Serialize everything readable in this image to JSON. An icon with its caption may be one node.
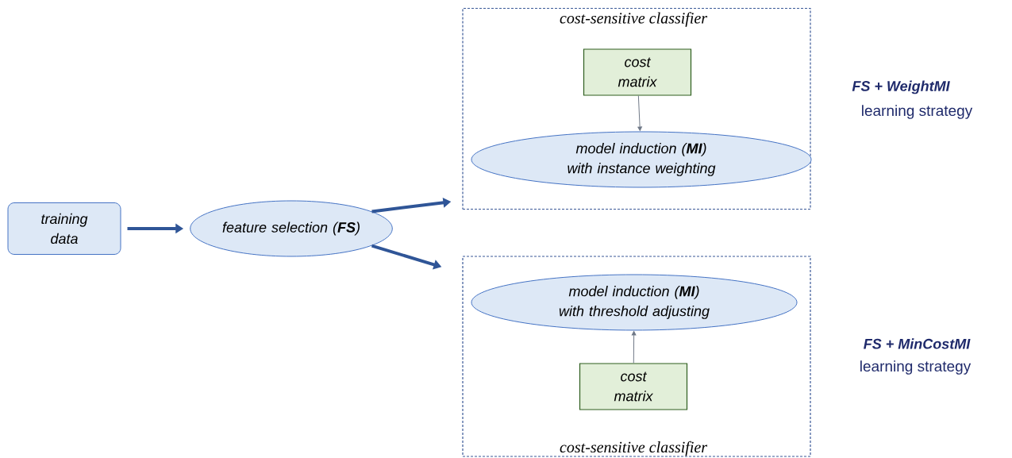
{
  "diagram": {
    "nodes": [
      {
        "text": [
          "training data"
        ]
      },
      {
        "text": [
          "feature selection (**FS**)"
        ]
      },
      {
        "text": [
          "cost-sensitive classifier"
        ]
      },
      {
        "text": [
          "cost matrix"
        ],
        "in": 2
      },
      {
        "text": [
          "model induction (**MI**) with instance weighting"
        ],
        "in": 2
      },
      {
        "text": [
          "cost-sensitive classifier"
        ]
      },
      {
        "text": [
          "model induction (**MI**) with threshold adjusting"
        ],
        "in": 5
      },
      {
        "text": [
          "cost matrix"
        ],
        "in": 5
      }
    ],
    "edges": [
      {
        "from": 0,
        "to": 1,
        "arrow": "to"
      },
      {
        "from": 1,
        "to": 2,
        "arrow": "to"
      },
      {
        "from": 1,
        "to": 5,
        "arrow": "to"
      },
      {
        "from": 3,
        "to": 4,
        "arrow": "to",
        "color": "#6f7887"
      },
      {
        "from": 7,
        "to": 6,
        "arrow": "to",
        "color": "#6f7887"
      }
    ],
    "labels": [
      "FS + WeightMI",
      "learning strategy",
      "FS + MinCostMI",
      "learning strategy"
    ]
  }
}
